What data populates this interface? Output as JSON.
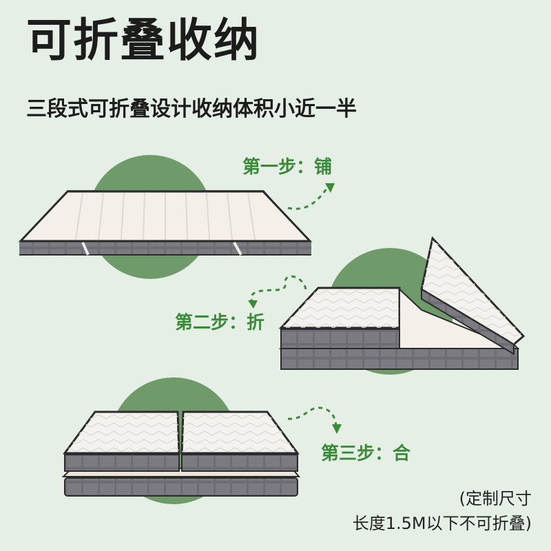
{
  "header": {
    "title": "可折叠收纳",
    "subtitle": "三段式可折叠设计收纳体积小近一半"
  },
  "steps": [
    {
      "label": "第一步：铺"
    },
    {
      "label": "第二步：折"
    },
    {
      "label": "第三步：合"
    }
  ],
  "note": {
    "line1": "(定制尺寸",
    "line2": "长度1.5M以下不可折叠)"
  },
  "colors": {
    "background": "#e6efe5",
    "circle": "#6f9a6a",
    "accent": "#3b8a3a",
    "mattress_top": "#f4efe9",
    "mattress_side": "#6b6b70"
  }
}
